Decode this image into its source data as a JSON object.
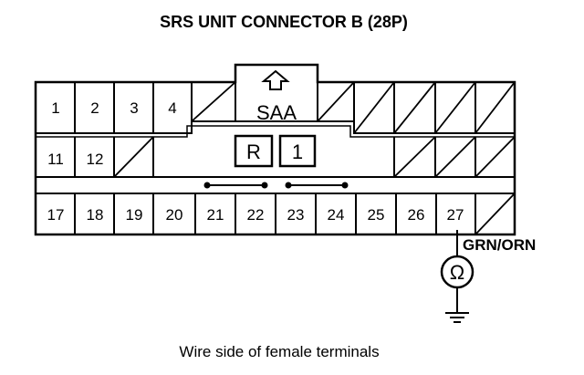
{
  "title": "SRS UNIT CONNECTOR B (28P)",
  "latch_label": "SAA",
  "key_labels": [
    "R",
    "1"
  ],
  "rows": {
    "top": [
      "1",
      "2",
      "3",
      "4"
    ],
    "middle": [
      "11",
      "12"
    ],
    "bottom": [
      "17",
      "18",
      "19",
      "20",
      "21",
      "22",
      "23",
      "24",
      "25",
      "26",
      "27"
    ]
  },
  "wire_label": "GRN/ORN",
  "meter_symbol": "Ω",
  "caption": "Wire side of female terminals",
  "colors": {
    "ink": "#000000",
    "background": "#ffffff"
  }
}
